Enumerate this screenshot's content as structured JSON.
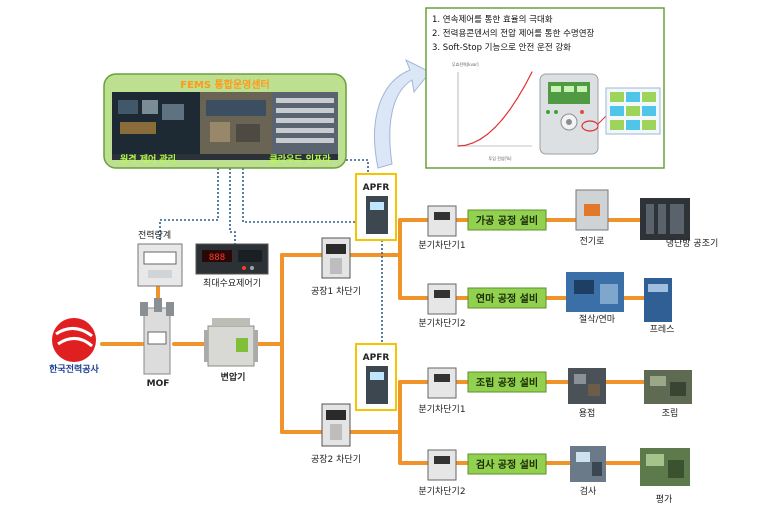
{
  "colors": {
    "orange_line": "#f0932b",
    "blue_dotted": "#2e5f8e",
    "green_box": "#92d050",
    "fems_border": "#6aa03c",
    "apfr_border": "#f5c400",
    "curve": "#e03030"
  },
  "fems": {
    "title": "FEMS 통합운영센터",
    "left_caption": "원격 제어 관리",
    "right_caption": "클라우드 인프라"
  },
  "insight": {
    "items": [
      "1. 연속제어를 통한 효율의 극대화",
      "2. 전력용콘덴서의 전압 제어를 통한 수명연장",
      "3. Soft-Stop 기능으로 안전 운전 강화"
    ],
    "chart_ylabel": "무효전력[kvar]",
    "chart_xlabel": "투입 전압[%]"
  },
  "labels": {
    "kepco": "한국전력공사",
    "mof": "MOF",
    "meter": "전력량계",
    "max_demand": "최대수요제어기",
    "transformer": "변압기",
    "plant1_breaker": "공장1 차단기",
    "plant2_breaker": "공장2 차단기",
    "apfr_top": "APFR",
    "apfr_bottom": "APFR"
  },
  "branches": [
    {
      "breaker": "분기차단기1",
      "process": "가공 공정 설비",
      "equip1": "전기로",
      "equip2": "냉난방 공조기"
    },
    {
      "breaker": "분기차단기2",
      "process": "연마 공정 설비",
      "equip1": "절삭/연마",
      "equip2": "프레스"
    },
    {
      "breaker": "분기차단기1",
      "process": "조립 공정 설비",
      "equip1": "용접",
      "equip2": "조립"
    },
    {
      "breaker": "분기차단기2",
      "process": "검사 공정 설비",
      "equip1": "검사",
      "equip2": "평가"
    }
  ],
  "chart_data": {
    "type": "line",
    "xlabel": "투입 전압[%]",
    "ylabel": "무효전력[kvar]",
    "xlim": [
      0,
      100
    ],
    "ylim": [
      0,
      100
    ],
    "x": [
      0,
      10,
      20,
      30,
      40,
      50,
      60,
      70,
      80,
      90,
      100
    ],
    "y": [
      0,
      1,
      4,
      9,
      16,
      25,
      36,
      49,
      64,
      81,
      100
    ]
  }
}
